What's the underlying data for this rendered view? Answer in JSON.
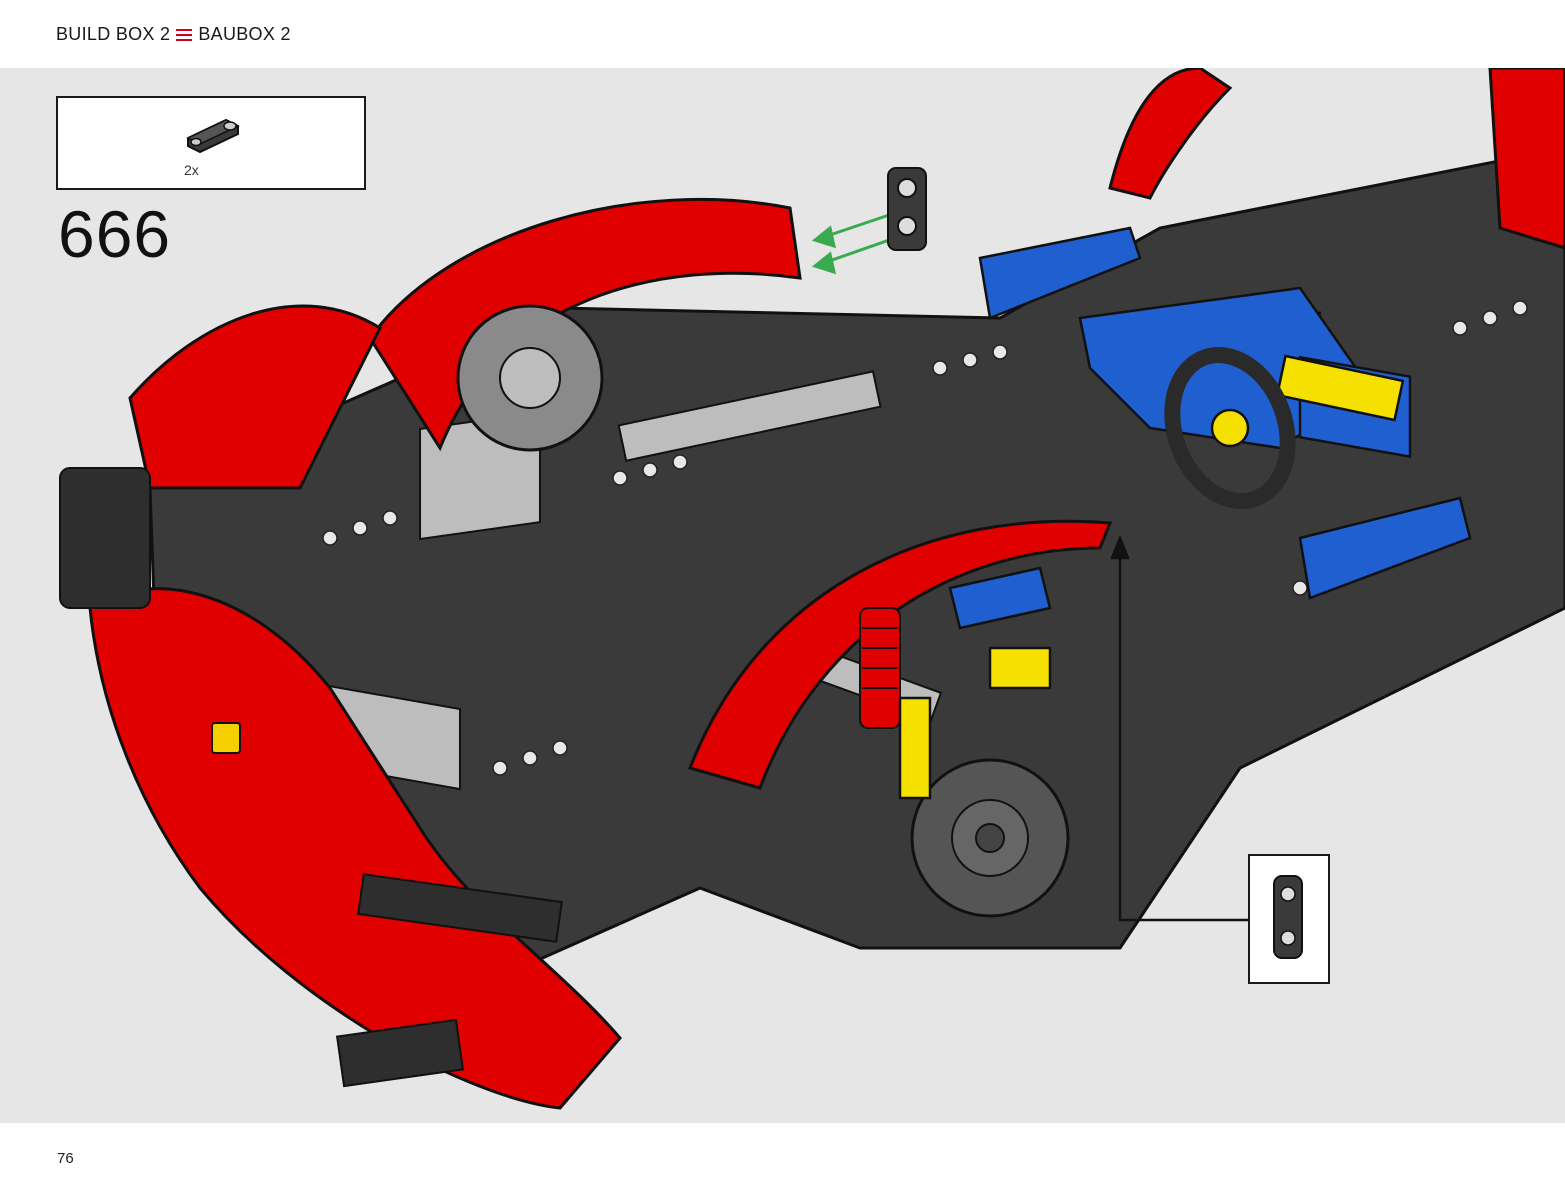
{
  "header": {
    "build_box_en": "BUILD BOX 2",
    "separator_icon": "triple-bar-icon",
    "build_box_de": "BAUBOX 2",
    "accent_color": "#d0021b"
  },
  "parts_box": {
    "quantity": "2x",
    "part_icon": "technic-connector-icon"
  },
  "step": {
    "number": "666"
  },
  "model_illustration": {
    "subject": "model-assembly-illustration",
    "colors": {
      "red": "#e00000",
      "dark_grey": "#3a3a3a",
      "light_grey": "#bdbdbd",
      "blue": "#1f5fd0",
      "yellow": "#f5e000",
      "arrow_green": "#3aaa50"
    }
  },
  "callout": {
    "part_icon": "technic-connector-icon"
  },
  "footer": {
    "page_number": "76"
  }
}
